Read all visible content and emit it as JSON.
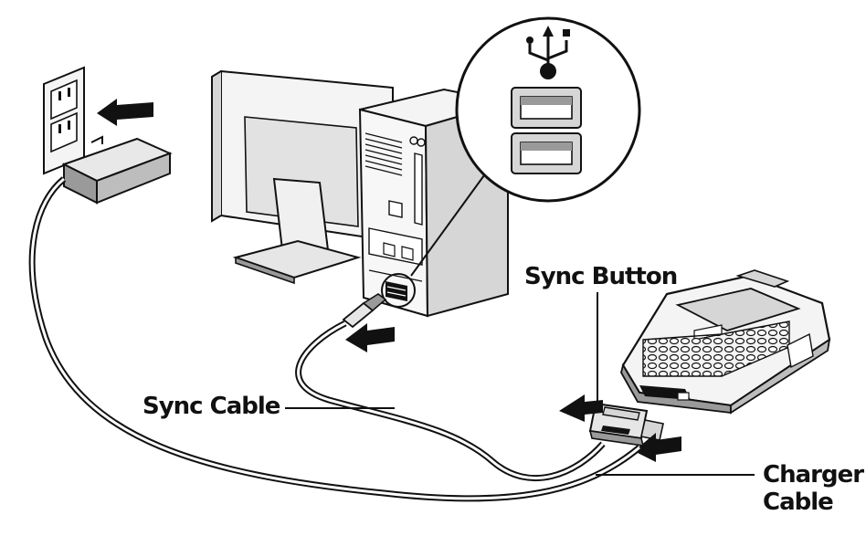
{
  "labels": {
    "sync_button": "Sync Button",
    "sync_cable": "Sync Cable",
    "charger_cable_line1": "Charger",
    "charger_cable_line2": "Cable"
  },
  "colors": {
    "line": "#111111",
    "fill_light": "#f4f4f4",
    "fill_mid": "#d6d6d6",
    "fill_dark": "#9a9a9a"
  }
}
